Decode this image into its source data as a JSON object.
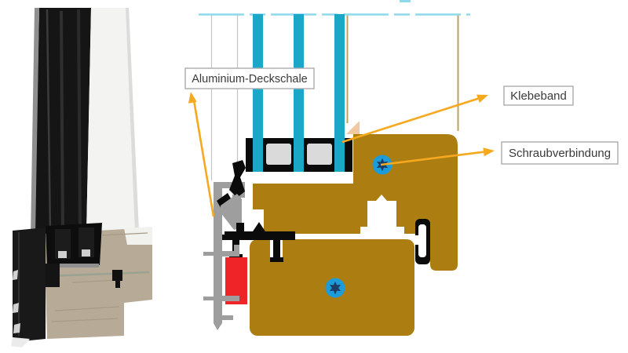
{
  "diagram": {
    "labels": {
      "aluminium_deckschale": "Aluminium-Deckschale",
      "klebeband": "Klebeband",
      "schraubverbindung": "Schraubverbindung"
    },
    "glass_pane_count": 3,
    "screw_count": 2
  },
  "icons": {
    "screw": "torx-screw-icon",
    "arrows": "annotation-arrow"
  },
  "colors": {
    "wood_profile": "#AC7E11",
    "glass_pane": "#1BA8C8",
    "glass_top_line": "#8FD9EB",
    "reference_line_tan": "#C0A05E",
    "reference_line_gray": "#C4C4C4",
    "arrow_orange": "#F6A81F",
    "screw_ring_blue": "#1D9CD9",
    "screw_star_navy": "#1C3E66",
    "thermal_break_red": "#EE2429",
    "aluminium_gray": "#9E9E9E",
    "seal_black": "#0B0B0B",
    "label_border": "#ABABAB",
    "label_text": "#3A3A3A",
    "photo_wood": "#B7AA96"
  }
}
